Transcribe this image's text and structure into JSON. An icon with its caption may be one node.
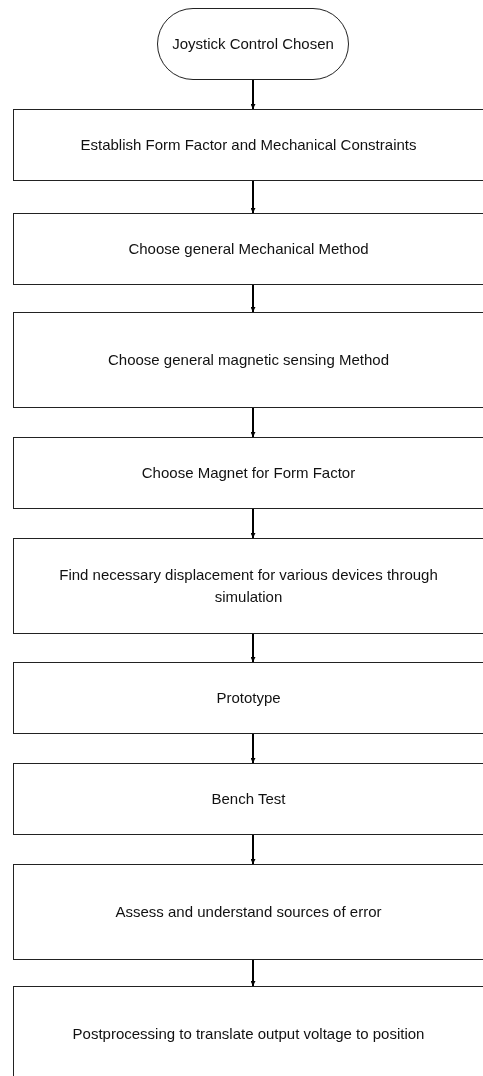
{
  "diagram": {
    "nodes": [
      {
        "text": [
          "Joystick Control Chosen"
        ]
      },
      {
        "text": [
          "Establish Form Factor and Mechanical Constraints"
        ]
      },
      {
        "text": [
          "Choose general Mechanical Method"
        ]
      },
      {
        "text": [
          "Choose general magnetic sensing Method"
        ]
      },
      {
        "text": [
          "Choose Magnet for Form Factor"
        ]
      },
      {
        "text": [
          "Find necessary displacement for various devices through simulation"
        ]
      },
      {
        "text": [
          "Prototype"
        ]
      },
      {
        "text": [
          "Bench Test"
        ]
      },
      {
        "text": [
          "Assess and understand sources of error"
        ]
      },
      {
        "text": [
          "Postprocessing to translate output voltage to position"
        ]
      }
    ],
    "edges": [
      {
        "from": 0,
        "to": 1,
        "arrow": "to"
      },
      {
        "from": 1,
        "to": 2,
        "arrow": "to"
      },
      {
        "from": 2,
        "to": 3,
        "arrow": "to"
      },
      {
        "from": 3,
        "to": 4,
        "arrow": "to"
      },
      {
        "from": 4,
        "to": 5,
        "arrow": "to"
      },
      {
        "from": 5,
        "to": 6,
        "arrow": "to"
      },
      {
        "from": 6,
        "to": 7,
        "arrow": "to"
      },
      {
        "from": 7,
        "to": 8,
        "arrow": "to"
      },
      {
        "from": 8,
        "to": 9,
        "arrow": "to"
      }
    ]
  }
}
